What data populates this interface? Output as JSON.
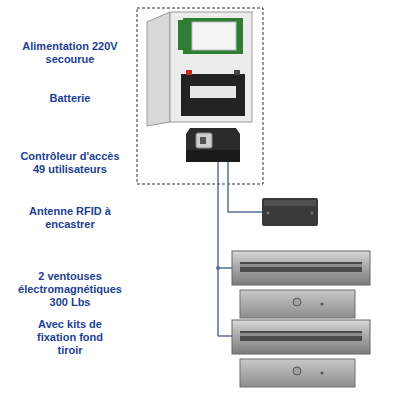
{
  "diagram": {
    "labels": [
      "Alimentation 220V secourue",
      "Batterie",
      "Contrôleur d'accès 49 utilisateurs",
      "Antenne RFID à encastrer",
      "2 ventouses électromagnétiques 300 Lbs",
      "Avec kits de fixation fond tiroir"
    ]
  }
}
